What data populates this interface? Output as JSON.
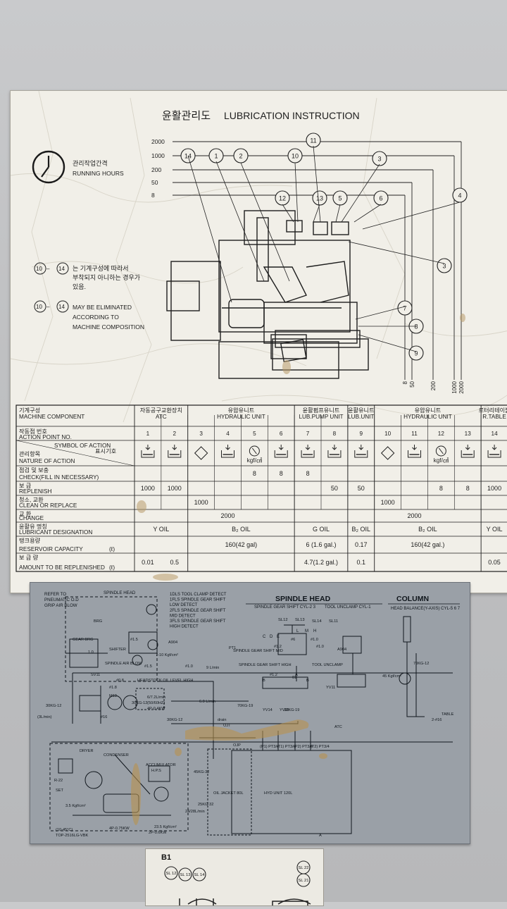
{
  "lubrication": {
    "title_kr": "윤활관리도",
    "title_en": "LUBRICATION INSTRUCTION",
    "hours_kr": "관리작업간격",
    "hours_en": "RUNNING HOURS",
    "hour_levels": [
      "2000",
      "1000",
      "200",
      "50",
      "8"
    ],
    "bottom_levels": [
      "8",
      "50",
      "200",
      "1000",
      "2000"
    ],
    "note1_range": [
      "10",
      "14"
    ],
    "note1_kr": [
      "는 기계구성에 따라서",
      "부착되지 아니하는 경우가",
      "있음."
    ],
    "note2_en": [
      "MAY BE ELIMINATED",
      "ACCORDING TO",
      "MACHINE COMPOSITION"
    ],
    "callouts": [
      "14",
      "1",
      "2",
      "10",
      "11",
      "3",
      "12",
      "13",
      "5",
      "6",
      "4",
      "3",
      "7",
      "8",
      "9"
    ],
    "table": {
      "hdr_component_kr": "기계구성",
      "hdr_component_en": "MACHINE COMPONENT",
      "hdr_point_kr": "작동점 번호",
      "hdr_point_en": "ACTION POINT NO.",
      "hdr_symbol_en": "SYMBOL OF ACTION",
      "hdr_symbol_kr": "표시기호",
      "hdr_nature_kr": "관리항목",
      "hdr_nature_en": "NATURE OF ACTION",
      "groups": [
        {
          "kr": "자동공구교환장치",
          "en": "ATC"
        },
        {
          "kr": "유압유니트",
          "en": "HYDRAULIC UNIT"
        },
        {
          "kr": "윤활펌프유니트",
          "en": "LUB.PUMP UNIT"
        },
        {
          "kr": "윤활유니트",
          "en": "LUB.UNIT"
        },
        {
          "kr": "유압유니트",
          "en": "HYDRAULIC UNIT"
        },
        {
          "kr": "로터리테이블",
          "en": "R.TABLE"
        }
      ],
      "points": [
        "1",
        "2",
        "3",
        "4",
        "5",
        "6",
        "7",
        "8",
        "9",
        "10",
        "11",
        "12",
        "13",
        "14"
      ],
      "gauge_unit": "kgf/㎠",
      "rows": [
        {
          "kr": "점검 및 보충",
          "en": "CHECK(FILL IN NECESSARY)",
          "cells": [
            "",
            "",
            "",
            "",
            "8",
            "8",
            "8",
            "",
            "",
            "",
            "",
            "",
            "",
            ""
          ]
        },
        {
          "kr": "보 급",
          "en": "REPLENISH",
          "cells": [
            "1000",
            "1000",
            "",
            "",
            "",
            "",
            "",
            "50",
            "50",
            "",
            "",
            "8",
            "8",
            "1000"
          ]
        },
        {
          "kr": "청소, 교환",
          "en": "CLEAN OR REPLACE",
          "cells": [
            "",
            "",
            "1000",
            "",
            "",
            "",
            "",
            "",
            "",
            "1000",
            "",
            "",
            "",
            ""
          ]
        },
        {
          "kr": "교 환",
          "en": "CHANGE",
          "cells": [
            "",
            "",
            "",
            "2000",
            "",
            "",
            "",
            "",
            "",
            "",
            "2000",
            "",
            "",
            ""
          ]
        }
      ],
      "lubricant": {
        "kr": "윤활유 명칭",
        "en": "LUBRICANT DESIGNATION",
        "values": [
          "Y OIL",
          "B₂ OIL",
          "G OIL",
          "B₂ OIL",
          "B₂ OIL",
          "Y OIL"
        ]
      },
      "reservoir": {
        "kr": "탱크용량",
        "en": "RESERVOIR CAPACITY",
        "unit": "(ℓ)",
        "values": [
          "160(42 gal)",
          "6 (1.6 gal.)",
          "0.17",
          "160(42 gal.)"
        ]
      },
      "amount": {
        "kr": "보 급 량",
        "en": "AMOUNT TO BE REPLENISHED",
        "unit": "(ℓ)",
        "values": [
          "0.01",
          "0.5",
          "4.7(1.2 gal.)",
          "0.1",
          "0.05"
        ]
      }
    }
  },
  "schematic": {
    "spindle_head": "SPINDLE HEAD",
    "column": "COLUMN",
    "refer": [
      "REFER TO",
      "PNEUMATIC O.D",
      "GRIP AIR BLOW"
    ],
    "spindle_head_small": "SPINDLE HEAD",
    "detect": [
      "1DLS TOOL CLAMP DETECT",
      "1FLS SPINDLE GEAR SHIFT",
      "LOW DETECT",
      "2FLS SPINDLE GEAR SHIFT",
      "MID DETECT",
      "3FLS SPINDLE GEAR SHIFT",
      "HIGH DETECT"
    ],
    "gear_shift_cyl": "SPINDLE GEAR SHIFT CYL-2 3",
    "tool_unclamp_cyl": "TOOL UNCLAMP CYL-1",
    "head_balance": "HEAD BALANCE(Y-AXIS) CYL-5 6 7",
    "sl_labels": [
      "SL12",
      "SL13",
      "SL14",
      "SL11"
    ],
    "lmh": [
      "L",
      "M",
      "H"
    ],
    "cde": [
      "C",
      "D",
      "E"
    ],
    "misc": [
      "BRG",
      "GEAR BRG",
      "SHIFTER",
      "SPINDLE AIR BLOW",
      "SV11",
      "A904",
      "A904",
      "7-10 Kgf/cm²",
      "9 L/min",
      "HEADSTOCK OIL LEVEL HIGH",
      "6.0 L/min",
      "30KG-12",
      "30KG-12",
      "30KG-12",
      "(3L/min)",
      "M13",
      "6/7.2L/min",
      "(50/60HZ)",
      "4P-0.4KW",
      "#16",
      "drain",
      "OJT",
      "OJP",
      "YV14",
      "YV15",
      "YV11",
      "01",
      "SPINDLE GEAR SHIFT MID",
      "SPINDLE GEAR SHIFT HIGH",
      "TOOL UNCLAMP",
      "70KG-19",
      "30KG-19",
      "70KG-12",
      "45 Kgf/cm²",
      "2-#16",
      "TABLE",
      "ATC",
      "(P1) PT3/4",
      "(T1) PT3/4",
      "(P2) PT3/4",
      "(T2) PT3/4",
      "HYD UNIT 120L",
      "OIL JACKET 80L",
      "DRYER",
      "CONDENSER",
      "R-22",
      "SET",
      "3.5 Kgf/cm²",
      "4P-0.75KW",
      "ACCUMULATOR",
      "H.P.S",
      "23.5 Kgf/cm²",
      "2P-0.6KW",
      "(10-45°C)",
      "TOP-2516LG-VBK",
      "24/28L/min",
      "25KG-32",
      "45KG-32",
      "PT1",
      "#1.0",
      "#1.5",
      "#0.8",
      "#1.8",
      "#1.5",
      "1.0",
      "#6",
      "#1.0",
      "#1.2",
      "#1.0",
      "#1.2",
      "B",
      "A",
      "B",
      "A"
    ]
  },
  "plate3": {
    "label": "B1",
    "circles": [
      "SL 12",
      "SL 13",
      "SL 14",
      "SL 22",
      "SL 21"
    ]
  }
}
